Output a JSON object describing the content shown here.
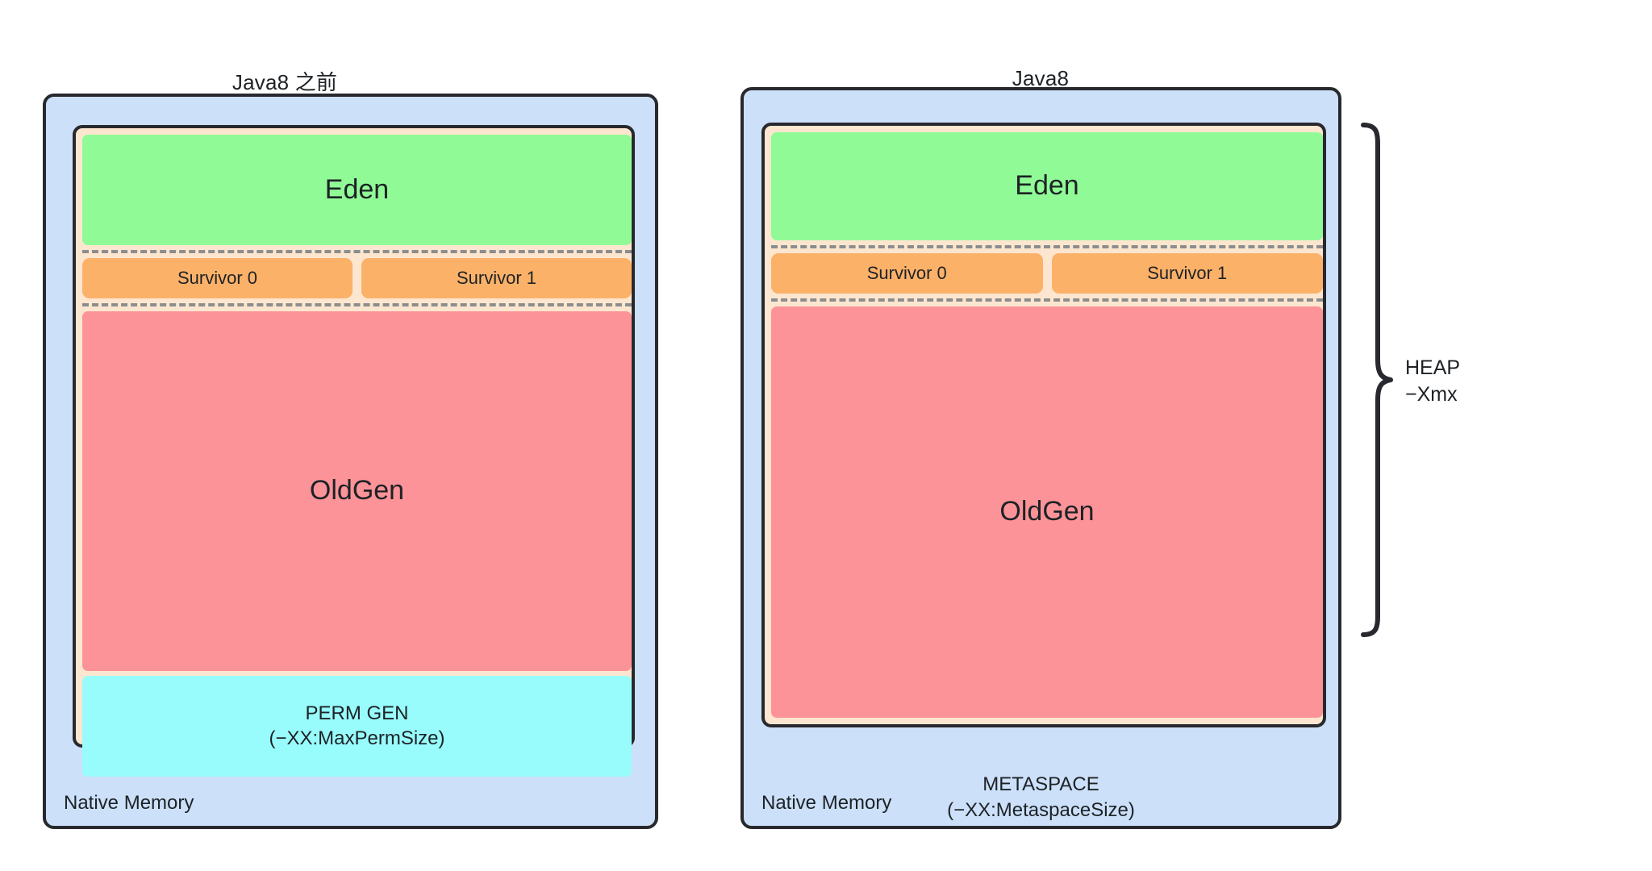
{
  "figure": {
    "title_left": "Java8 之前",
    "title_right": "Java8"
  },
  "palette": {
    "eden": "#90fb96",
    "survivor": "#fcb169",
    "oldgen": "#fc9398",
    "permgen": "#98fcfc",
    "native_memory": "#cce0f9",
    "heap_container": "#fde6cf",
    "outline": "#28292e",
    "dashed_divider": "#8d8d8d"
  },
  "left_panel": {
    "title": "Java8 之前",
    "native_label": "Native Memory",
    "eden": "Eden",
    "survivor_0": "Survivor 0",
    "survivor_1": "Survivor 1",
    "oldgen": "OldGen",
    "permgen": "PERM GEN\n(−XX:MaxPermSize)"
  },
  "right_panel": {
    "title": "Java8",
    "native_label": "Native Memory",
    "eden": "Eden",
    "survivor_0": "Survivor 0",
    "survivor_1": "Survivor 1",
    "oldgen": "OldGen",
    "metaspace": "METASPACE\n(−XX:MetaspaceSize)"
  },
  "annotation": {
    "heap_brace_label": "HEAP\n−Xmx"
  }
}
